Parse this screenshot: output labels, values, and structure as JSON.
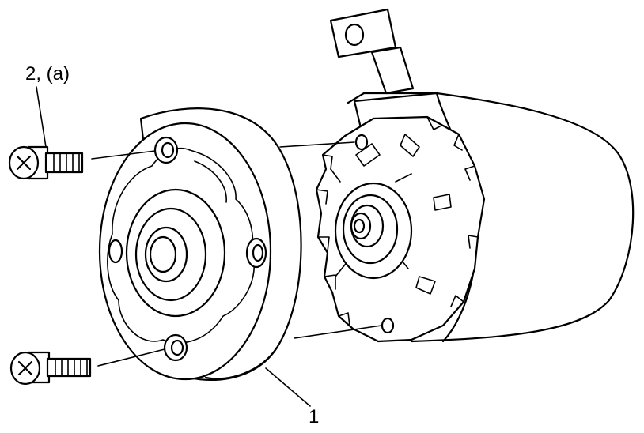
{
  "callouts": {
    "screw": "2, (a)",
    "cover": "1"
  },
  "icons": [
    "screw-icon",
    "motor-housing",
    "end-cover"
  ],
  "colors": {
    "ink": "#000000",
    "background": "#ffffff"
  }
}
